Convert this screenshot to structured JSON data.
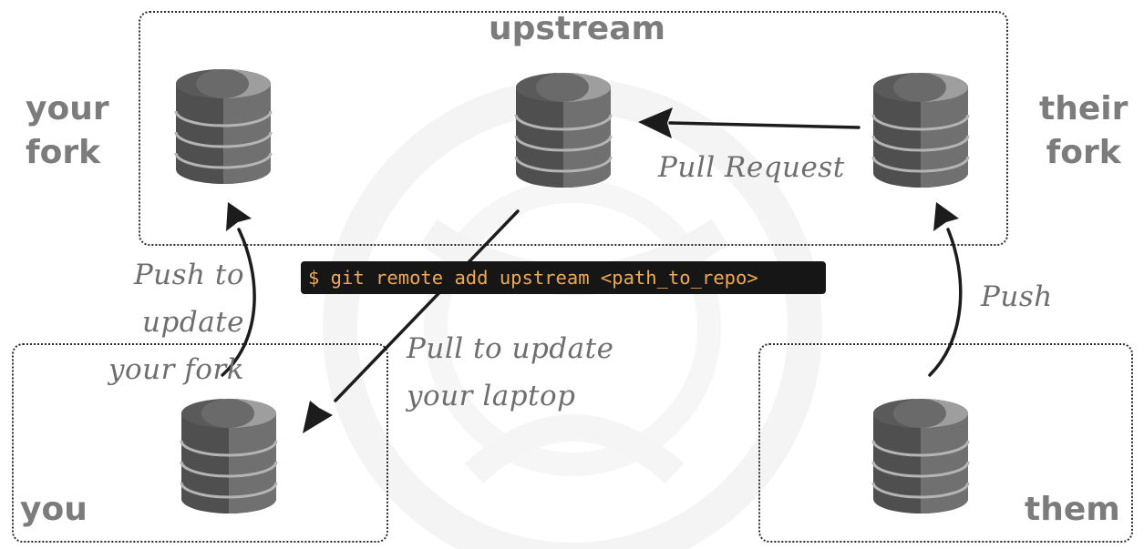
{
  "labels": {
    "upstream": "upstream",
    "your_fork": "your\nfork",
    "their_fork": "their\nfork",
    "you": "you",
    "them": "them"
  },
  "annotations": {
    "pull_request": "Pull Request",
    "push_to_update": "Push to update\nyour fork",
    "pull_to_update": "Pull to update\nyour laptop",
    "push": "Push"
  },
  "command": "$ git remote add upstream <path_to_repo>",
  "colors": {
    "label_gray": "#7c7c7c",
    "cylinder_dark": "#4f4f4f",
    "cylinder_light": "#9e9e9e",
    "command_bg": "#161616",
    "command_text": "#f0a855"
  }
}
